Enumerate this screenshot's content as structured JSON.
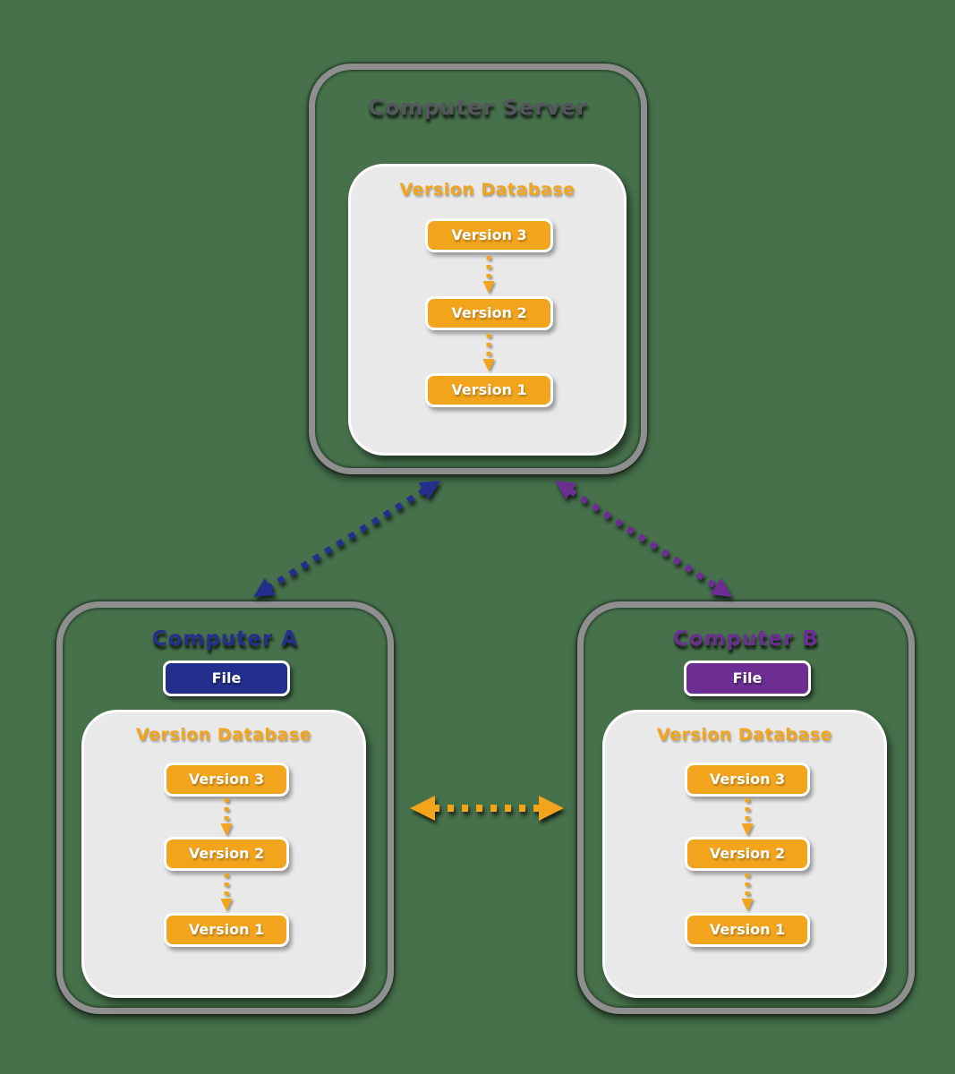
{
  "colors": {
    "bg": "#46714B",
    "frame": "#8F8F8F",
    "panel": "#E9E9E9",
    "orange": "#F2A41D",
    "blue": "#242F8D",
    "purple": "#6C2E93",
    "graytext": "#56565E"
  },
  "server": {
    "title": "Computer Server",
    "database": {
      "title": "Version Database",
      "versions": [
        "Version 3",
        "Version 2",
        "Version 1"
      ]
    }
  },
  "computer_a": {
    "title": "Computer A",
    "file_label": "File",
    "database": {
      "title": "Version Database",
      "versions": [
        "Version 3",
        "Version 2",
        "Version 1"
      ]
    }
  },
  "computer_b": {
    "title": "Computer B",
    "file_label": "File",
    "database": {
      "title": "Version Database",
      "versions": [
        "Version 3",
        "Version 2",
        "Version 1"
      ]
    }
  }
}
